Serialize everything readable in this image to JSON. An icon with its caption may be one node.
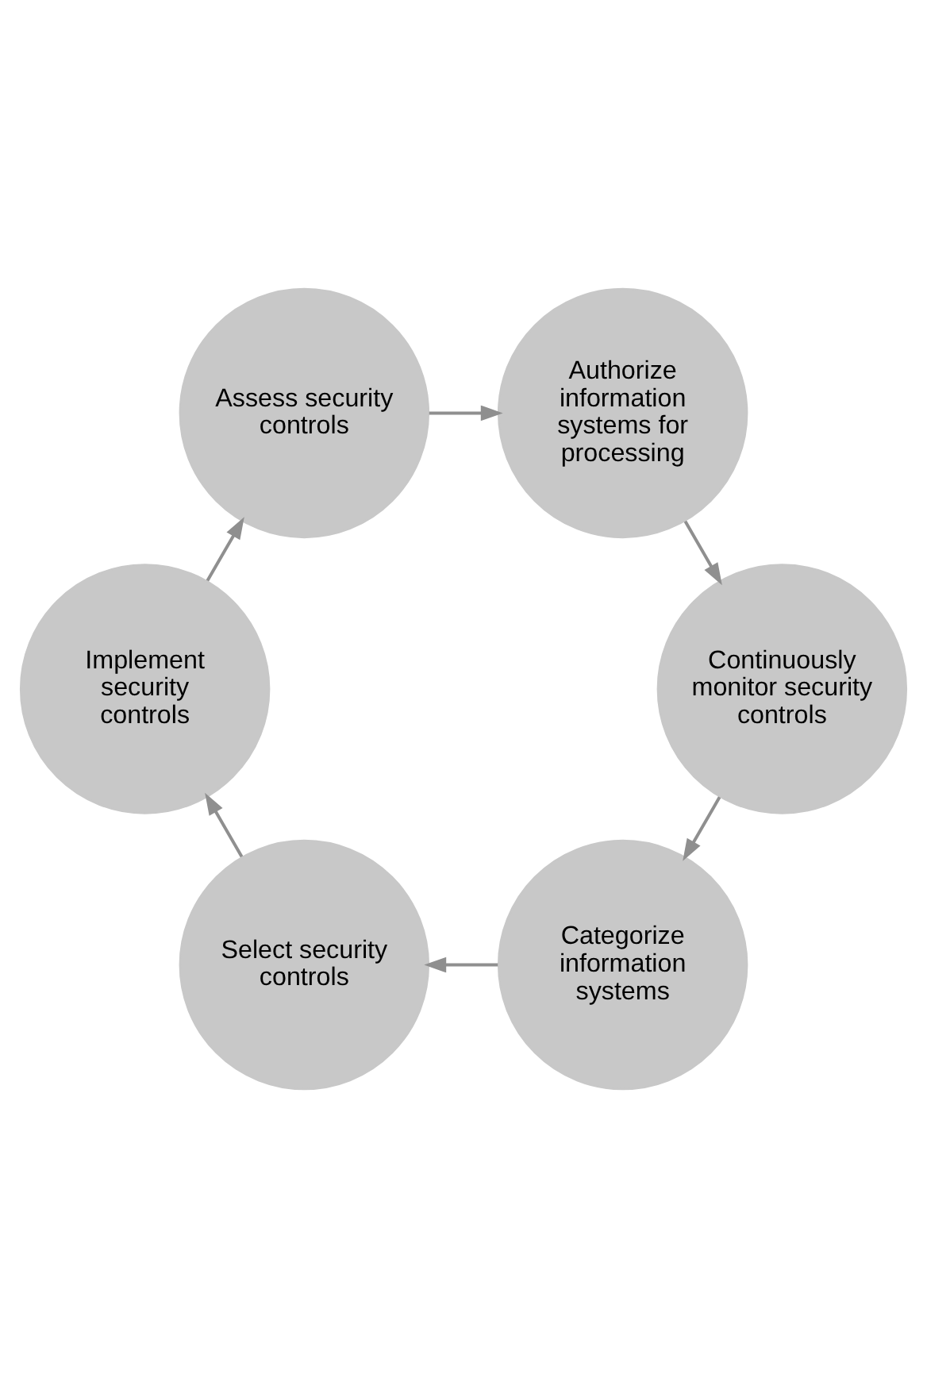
{
  "diagram": {
    "nodes": [
      {
        "text": [
          "Categorize information systems"
        ]
      },
      {
        "text": [
          "Select security controls"
        ]
      },
      {
        "text": [
          "Implement security controls"
        ]
      },
      {
        "text": [
          "Assess security controls"
        ]
      },
      {
        "text": [
          "Authorize information systems for processing"
        ]
      },
      {
        "text": [
          "Continuously monitor security controls"
        ]
      }
    ],
    "edges": [
      {
        "from": 0,
        "to": 1,
        "arrow": "to"
      },
      {
        "from": 1,
        "to": 2,
        "arrow": "to"
      },
      {
        "from": 2,
        "to": 3,
        "arrow": "to"
      },
      {
        "from": 3,
        "to": 4,
        "arrow": "to"
      },
      {
        "from": 4,
        "to": 5,
        "arrow": "to"
      },
      {
        "from": 5,
        "to": 0,
        "arrow": "to"
      }
    ]
  }
}
